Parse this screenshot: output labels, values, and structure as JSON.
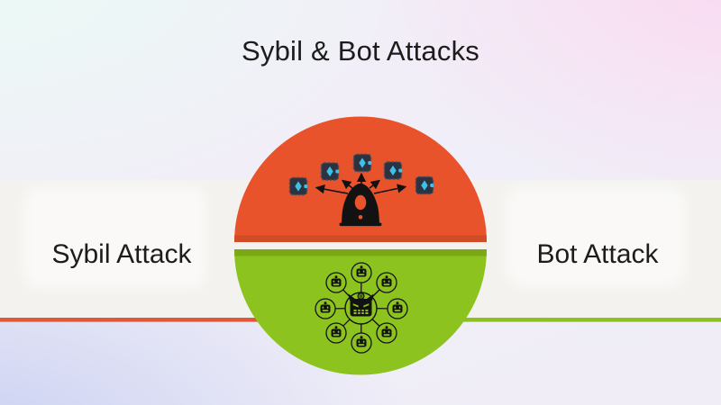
{
  "title": "Sybil & Bot Attacks",
  "sybil": {
    "label": "Sybil Attack",
    "wallet_count": 5,
    "description_icons": [
      "hacker-icon",
      "wallet-icon"
    ]
  },
  "bot": {
    "label": "Bot Attack",
    "bot_count": 8,
    "description_icons": [
      "bot-master-icon",
      "bot-icon"
    ]
  },
  "colors": {
    "orange": "#E8532C",
    "orange-dark": "#D04C27",
    "green": "#8DC31E",
    "green-dark": "#7CA815",
    "line-orange": "#E05836",
    "line-green": "#8DC21E",
    "band": "#F3F2EE",
    "ink": "#1C1C1C",
    "wallet": "#2B3240",
    "wallet-border": "#454E5F",
    "gem": "#3FC0E6",
    "icon-ink": "#121212"
  }
}
